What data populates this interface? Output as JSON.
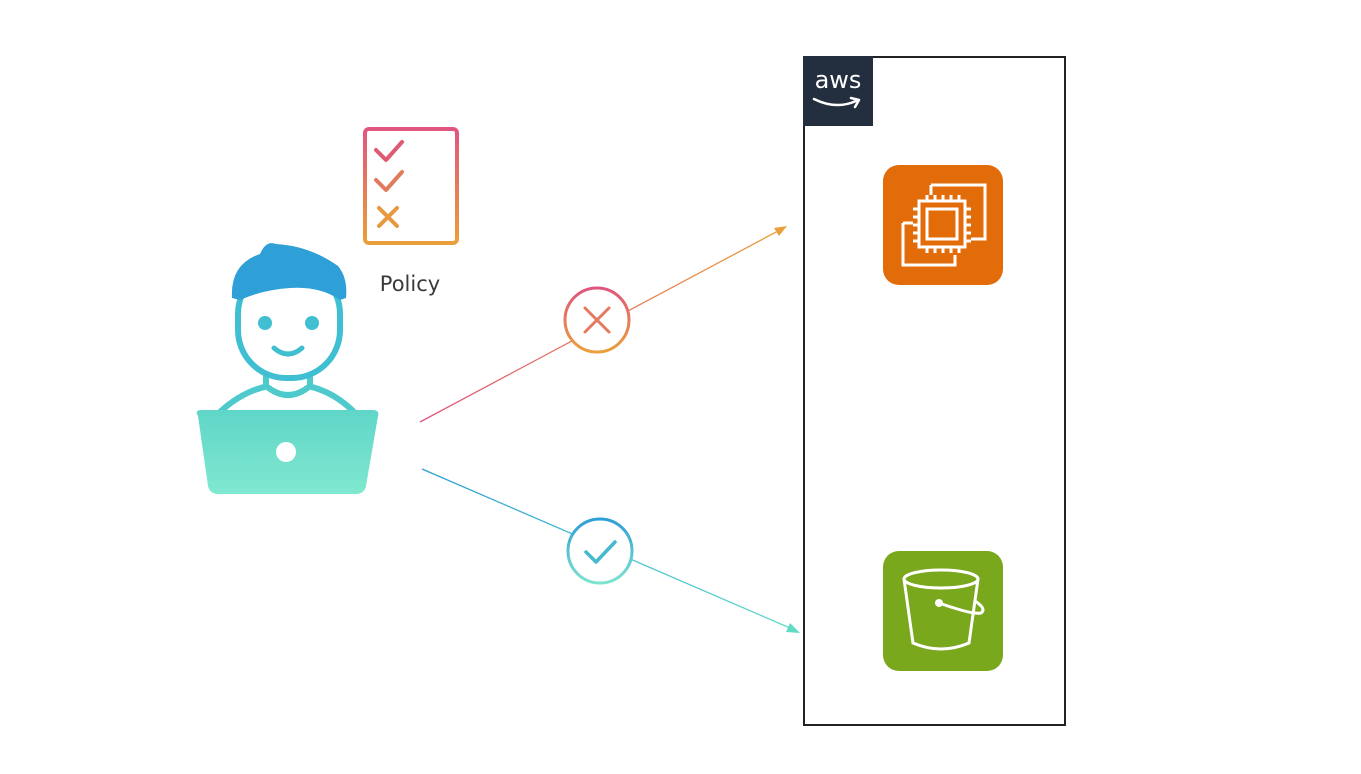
{
  "policy": {
    "label": "Policy",
    "rules": [
      "allow",
      "allow",
      "deny"
    ]
  },
  "aws": {
    "badge_text": "aws",
    "badge_color": "#232f3e"
  },
  "services": [
    {
      "name": "ec2-service",
      "icon": "ec2-chip-icon",
      "color": "#e36c0a"
    },
    {
      "name": "s3-service",
      "icon": "s3-bucket-icon",
      "color": "#7aa81d"
    }
  ],
  "flows": [
    {
      "from": "user",
      "to": "ec2-service",
      "status": "denied",
      "status_icon": "x-circle-icon"
    },
    {
      "from": "user",
      "to": "s3-service",
      "status": "allowed",
      "status_icon": "check-circle-icon"
    }
  ],
  "colors": {
    "pink": "#e0557e",
    "orange": "#eaa03a",
    "blue": "#2b9fd6",
    "teal": "#5fdcc4"
  }
}
